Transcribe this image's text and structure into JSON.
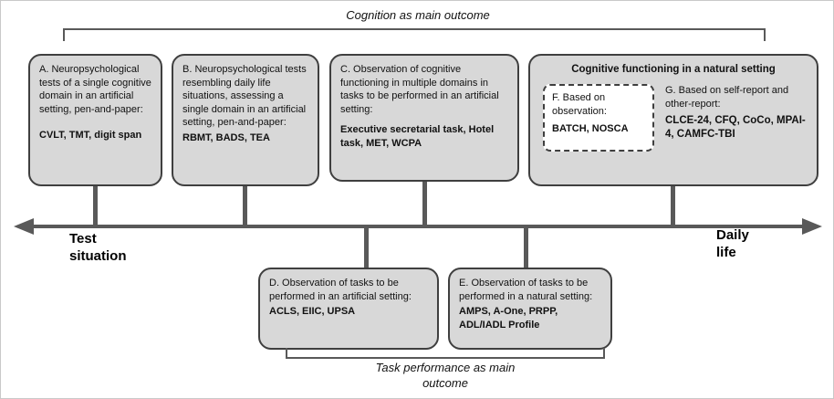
{
  "labels": {
    "top_bracket": "Cognition as main outcome",
    "bottom_bracket_line1": "Task performance as main",
    "bottom_bracket_line2": "outcome",
    "axis_left_line1": "Test",
    "axis_left_line2": "situation",
    "axis_right_line1": "Daily",
    "axis_right_line2": "life"
  },
  "boxes": {
    "a": {
      "desc": "A. Neuropsychological tests of a single cognitive domain in an artificial setting, pen-and-paper:",
      "tests": "CVLT, TMT, digit span"
    },
    "b": {
      "desc": "B. Neuropsychological tests resembling daily life situations, assessing a single domain in an artificial setting, pen-and-paper:",
      "tests": "RBMT, BADS, TEA"
    },
    "c": {
      "desc": "C. Observation of cognitive functioning in multiple domains in tasks to be performed in an artificial setting:",
      "tests": "Executive secretarial task, Hotel task, MET, WCPA"
    },
    "natural": {
      "title": "Cognitive functioning in a natural setting"
    },
    "f": {
      "desc": "F. Based on observation:",
      "tests": "BATCH, NOSCA"
    },
    "g": {
      "desc": "G. Based on self-report and other-report:",
      "tests": "CLCE-24, CFQ, CoCo, MPAI-4, CAMFC-TBI"
    },
    "d": {
      "desc": "D. Observation of tasks to be performed in an artificial setting:",
      "tests": "ACLS, EIIC, UPSA"
    },
    "e": {
      "desc": "E. Observation of tasks to be performed in a natural setting:",
      "tests": "AMPS, A-One, PRPP, ADL/IADL Profile"
    }
  },
  "colors": {
    "box_fill": "#d8d8d8",
    "box_border": "#3f3f3f",
    "line": "#595959",
    "f_box_fill": "#ffffff"
  }
}
